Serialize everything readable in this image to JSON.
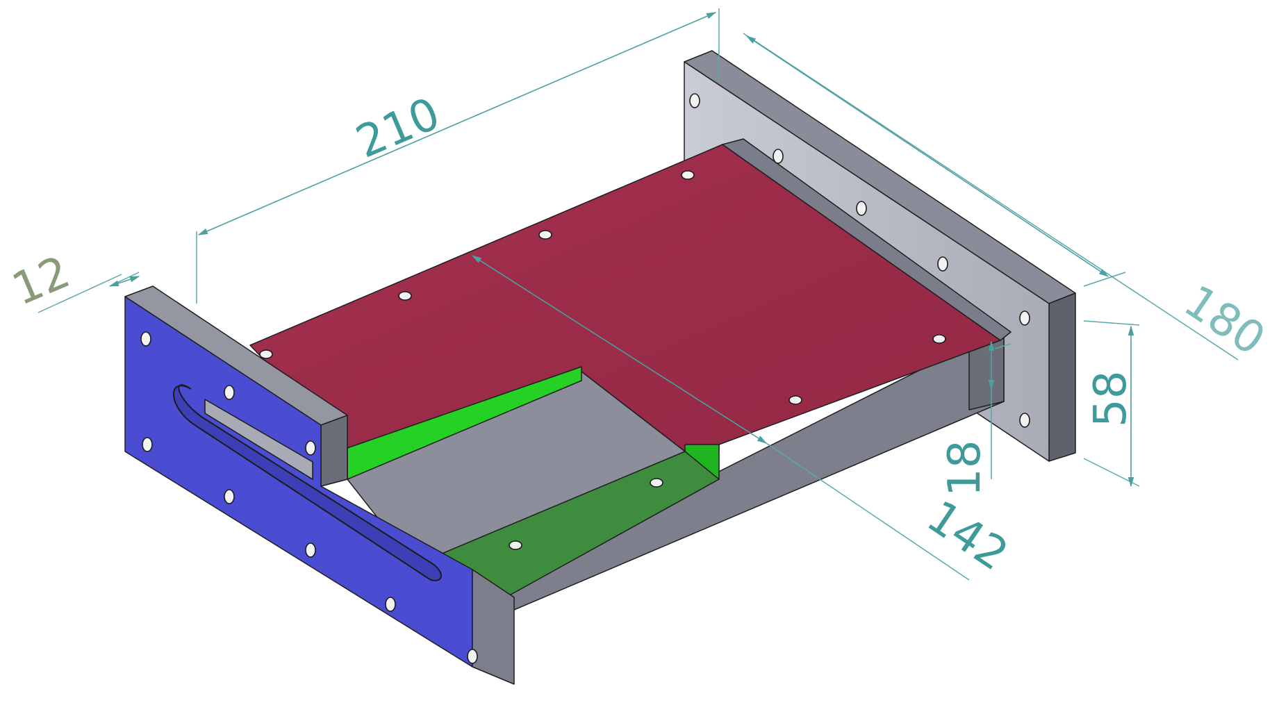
{
  "colors": {
    "dimension_teal": "#3f9a9a",
    "dimension_olive": "#8a9a78",
    "blue_face": "#4a4dd2",
    "red_face": "#9b2c49",
    "green_bright": "#22d022",
    "green_dark": "#3e8c3e",
    "grey_face": "#8a8d99",
    "grey_light": "#b4b7c1"
  },
  "dimensions": {
    "length_210": "210",
    "depth_180": "180",
    "height_58": "58",
    "inner_18": "18",
    "diag_142": "142",
    "thickness_12": "12"
  }
}
